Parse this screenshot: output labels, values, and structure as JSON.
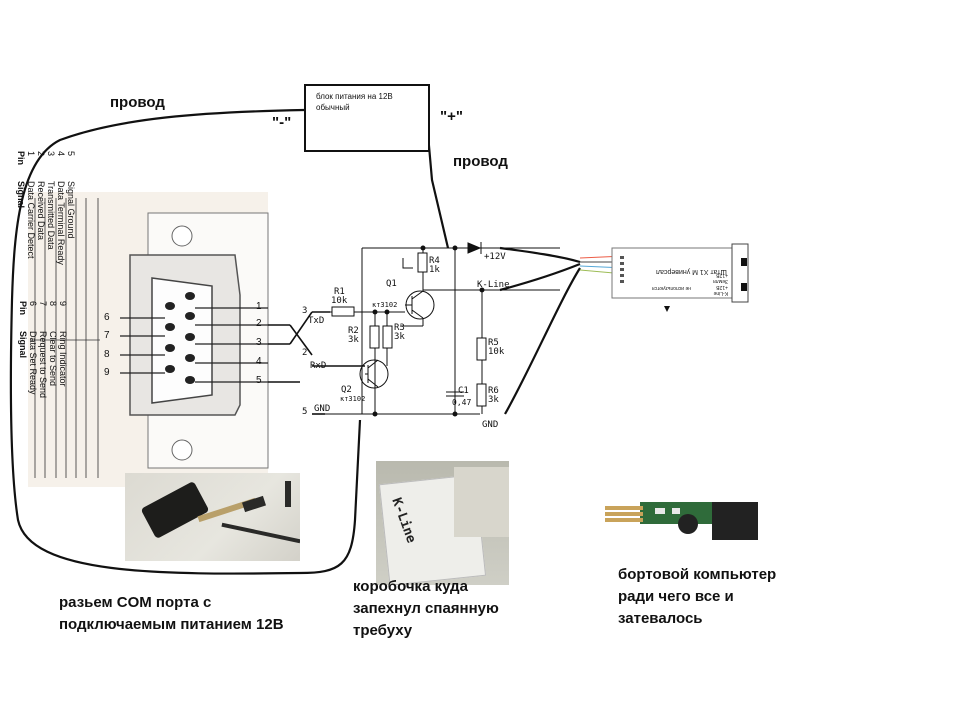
{
  "power_supply": {
    "label": "блок питания на 12В обычный"
  },
  "wires": {
    "left_label": "провод",
    "right_label": "провод",
    "minus": "\"-\"",
    "plus": "\"+\""
  },
  "db9_table": {
    "header_pin": "Pin",
    "header_signal": "Signal",
    "rows_a": [
      {
        "pin": "1",
        "signal": "Data Carrier Detect"
      },
      {
        "pin": "2",
        "signal": "Received Data"
      },
      {
        "pin": "3",
        "signal": "Transmitted Data"
      },
      {
        "pin": "4",
        "signal": "Data Terminal Ready"
      },
      {
        "pin": "5",
        "signal": "Signal Ground"
      }
    ],
    "rows_b": [
      {
        "pin": "6",
        "signal": "Data Set Ready"
      },
      {
        "pin": "7",
        "signal": "Request to Send"
      },
      {
        "pin": "8",
        "signal": "Clear to Send"
      },
      {
        "pin": "9",
        "signal": "Ring Indicator"
      }
    ],
    "side_pins_left": [
      "6",
      "7",
      "8",
      "9"
    ],
    "side_pins_right": [
      "1",
      "2",
      "3",
      "4",
      "5"
    ]
  },
  "schematic": {
    "txd": "TxD",
    "rxd": "RxD",
    "gnd_left": "GND",
    "gnd_right": "GND",
    "plus12": "+12V",
    "kline": "K-Line",
    "pin3": "3",
    "pin2": "2",
    "pin5": "5",
    "r1": "R1",
    "r1_val": "10k",
    "r2": "R2",
    "r2_val": "3k",
    "r3": "R3",
    "r3_val": "3k",
    "r4": "R4",
    "r4_val": "1k",
    "r5": "R5",
    "r5_val": "10k",
    "r6": "R6",
    "r6_val": "3k",
    "c1": "C1",
    "c1_val": "0,47",
    "q1": "Q1",
    "q1_type": "кт3102",
    "q2": "Q2",
    "q2_type": "кт3102"
  },
  "connector_x1m": {
    "title": "Штат X1 M универсал",
    "pins": [
      "K-Line",
      "+12В",
      "Земля",
      "+12В"
    ],
    "note": "не используются"
  },
  "captions": {
    "com_port": "разьем COM порта с подключаемым питанием 12В",
    "box": "коробочка куда запехнул спаянную требуху",
    "computer": "бортовой компьютер ради чего все и затевалось"
  },
  "photo_text": {
    "box_label": "K-Line"
  }
}
